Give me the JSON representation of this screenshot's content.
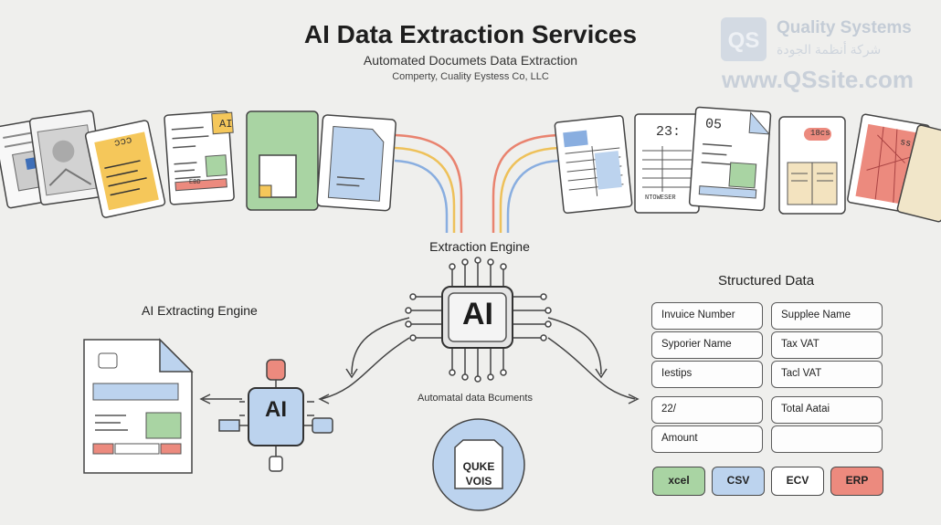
{
  "header": {
    "title": "AI Data Extraction Services",
    "subtitle": "Automated Documets Data Extraction",
    "company": "Comperty, Cuality Eystess Co, LLC"
  },
  "watermark": {
    "logo_text": "QS",
    "name": "Quality Systems",
    "arabic": "شركة أنظمة الجودة",
    "site": "www.QSsite.com"
  },
  "labels": {
    "extraction_engine": "Extraction Engine",
    "ai_extracting_engine": "AI Extracting Engine",
    "structured_data": "Structured Data",
    "automated_docs": "Automatal data Bcuments"
  },
  "chips": {
    "main_ai": "AI",
    "small_ai": "AI",
    "circle_line1": "QUKE",
    "circle_line2": "VOIS"
  },
  "doc_texts": {
    "d_ai": "AI",
    "d_ooo": "ɔɔɔ",
    "d_n23": "23:",
    "d_n05": "05",
    "d_bcs": "18cs",
    "d_ntoresr": "NTOWESER",
    "d_ss": "ss",
    "d_ebd": "EBD"
  },
  "structured_fields": [
    {
      "label": "Invuice Number"
    },
    {
      "label": "Supplee Name"
    },
    {
      "label": "Syporier Name"
    },
    {
      "label": "Tax VAT"
    },
    {
      "label": "Iestips"
    },
    {
      "label": "Tacl VAT"
    },
    {
      "label": "22/"
    },
    {
      "label": "Total Aatai"
    },
    {
      "label": "Amount"
    },
    {
      "label": ""
    }
  ],
  "exports": [
    {
      "label": "xcel",
      "color": "#a9d4a3"
    },
    {
      "label": "CSV",
      "color": "#bcd3ee"
    },
    {
      "label": "ECV",
      "color": "#ffffff"
    },
    {
      "label": "ERP",
      "color": "#ec8a7e"
    }
  ],
  "colors": {
    "background": "#efefed",
    "yellow": "#f5c75a",
    "green": "#a9d4a3",
    "blue": "#bcd3ee",
    "red": "#ec8a7e",
    "arc_red": "#e9836f",
    "arc_yellow": "#eec15a",
    "arc_blue": "#89aee0"
  }
}
